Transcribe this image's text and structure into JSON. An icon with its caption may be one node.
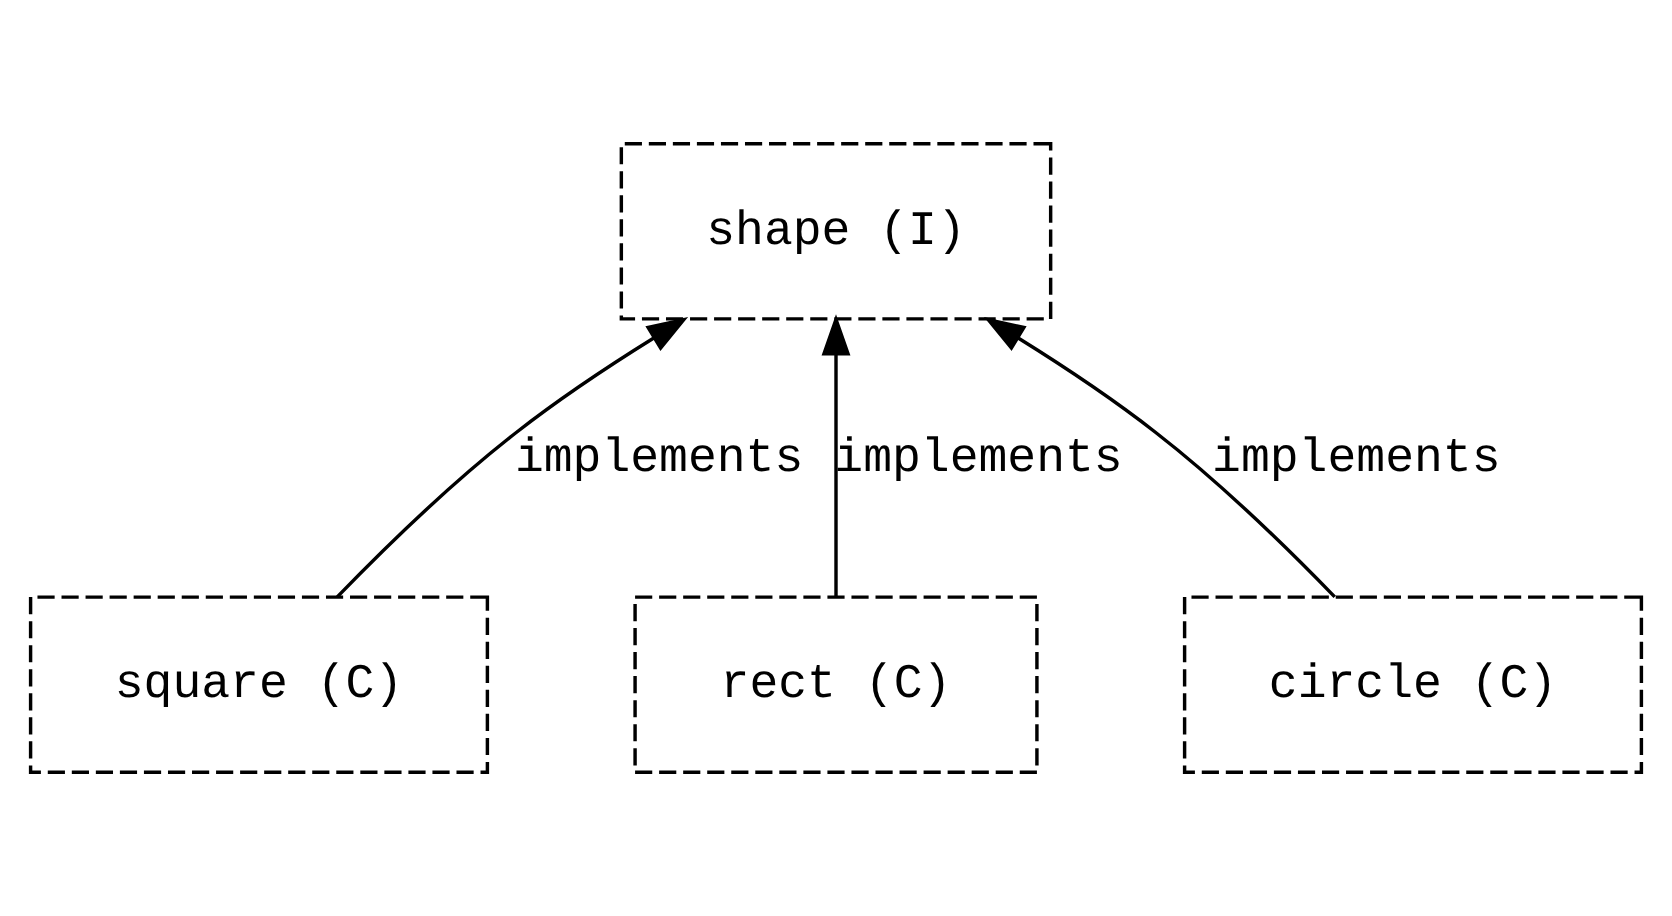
{
  "diagram": {
    "nodes": [
      {
        "text": [
          "shape (I)"
        ]
      },
      {
        "text": [
          "square (C)"
        ]
      },
      {
        "text": [
          "rect (C)"
        ]
      },
      {
        "text": [
          "circle (C)"
        ]
      }
    ],
    "edges": [
      {
        "from": 1,
        "to": 0,
        "arrow": "to",
        "label": "implements"
      },
      {
        "from": 2,
        "to": 0,
        "arrow": "to",
        "label": "implements"
      },
      {
        "from": 3,
        "to": 0,
        "arrow": "to",
        "label": "implements"
      }
    ]
  }
}
